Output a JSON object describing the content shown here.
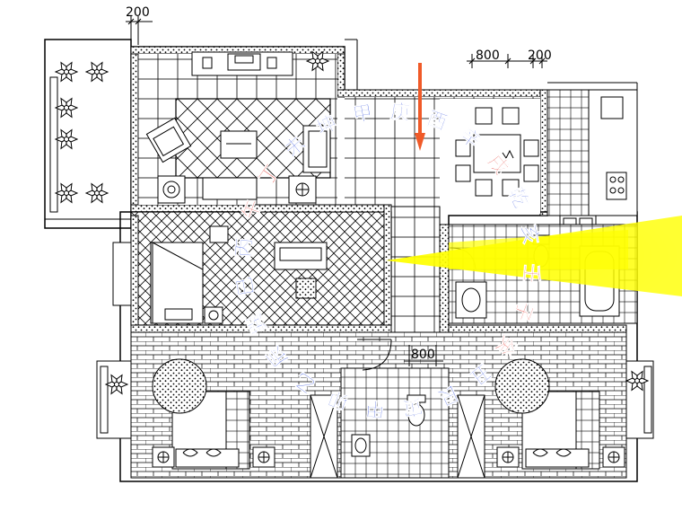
{
  "dimensions": {
    "top_left": "200",
    "top_right_a": "800",
    "top_right_b": "200",
    "corridor": "800"
  },
  "ring": {
    "blue_color": "#1f3fd8",
    "red_color": "#e0251c",
    "chars": [
      {
        "ch": "甲",
        "color": "blue"
      },
      {
        "ch": "庚",
        "color": "blue"
      },
      {
        "ch": "酉",
        "color": "blue"
      },
      {
        "ch": "辛",
        "color": "blue"
      },
      {
        "ch": "戌",
        "color": "red"
      },
      {
        "ch": "乾",
        "color": "blue"
      },
      {
        "ch": "亥",
        "color": "blue"
      },
      {
        "ch": "壬",
        "color": "red"
      },
      {
        "ch": "子",
        "color": "red"
      },
      {
        "ch": "癸",
        "color": "red"
      },
      {
        "ch": "丑",
        "color": "blue"
      },
      {
        "ch": "艮",
        "color": "blue"
      },
      {
        "ch": "寅",
        "color": "blue"
      },
      {
        "ch": "甲",
        "color": "blue"
      },
      {
        "ch": "卯",
        "color": "blue"
      },
      {
        "ch": "乙",
        "color": "blue"
      },
      {
        "ch": "辰",
        "color": "blue"
      },
      {
        "ch": "巽",
        "color": "blue"
      },
      {
        "ch": "巳",
        "color": "blue"
      },
      {
        "ch": "丙",
        "color": "blue"
      },
      {
        "ch": "午",
        "color": "red"
      },
      {
        "ch": "丁",
        "color": "red"
      },
      {
        "ch": "未",
        "color": "blue"
      },
      {
        "ch": "坤",
        "color": "blue"
      }
    ]
  },
  "colors": {
    "wall": "#000000",
    "arrow": "#f05a28",
    "beam": "#ffff00",
    "stipple": "#000000"
  },
  "icons": [
    "potted-plant-icon",
    "sofa-icon",
    "bed-icon",
    "bathtub-icon",
    "toilet-icon",
    "sink-icon",
    "stove-icon",
    "north-arrow-icon",
    "lamp-icon",
    "door-swing-icon"
  ]
}
